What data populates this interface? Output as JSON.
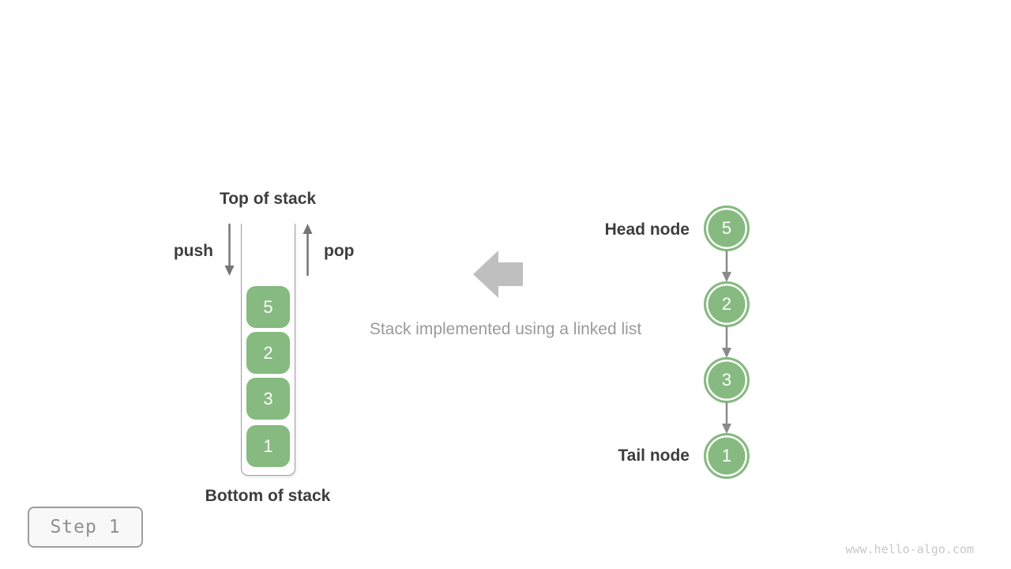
{
  "diagram_title": "Stack implemented using a linked list",
  "colors": {
    "node_green": "#86ba80",
    "dark_label_text": "#3d3d3d",
    "caption_gray": "#9a9a9a",
    "small_arrow_gray": "#757575",
    "link_arrow_gray": "#8a8a8a",
    "big_arrow_gray": "#bfbfbf",
    "container_border_gray": "#9e9e9e",
    "step_text_gray": "#8f8f8f",
    "watermark_gray": "#c9c9c9"
  },
  "stack": {
    "top_label": "Top of stack",
    "bottom_label": "Bottom of stack",
    "push_label": "push",
    "pop_label": "pop",
    "items": [
      "5",
      "2",
      "3",
      "1"
    ]
  },
  "caption": "Stack implemented using a linked list",
  "linked_list": {
    "head_label": "Head node",
    "tail_label": "Tail node",
    "nodes": [
      "5",
      "2",
      "3",
      "1"
    ]
  },
  "step": {
    "label": "Step 1"
  },
  "watermark": "www.hello-algo.com"
}
